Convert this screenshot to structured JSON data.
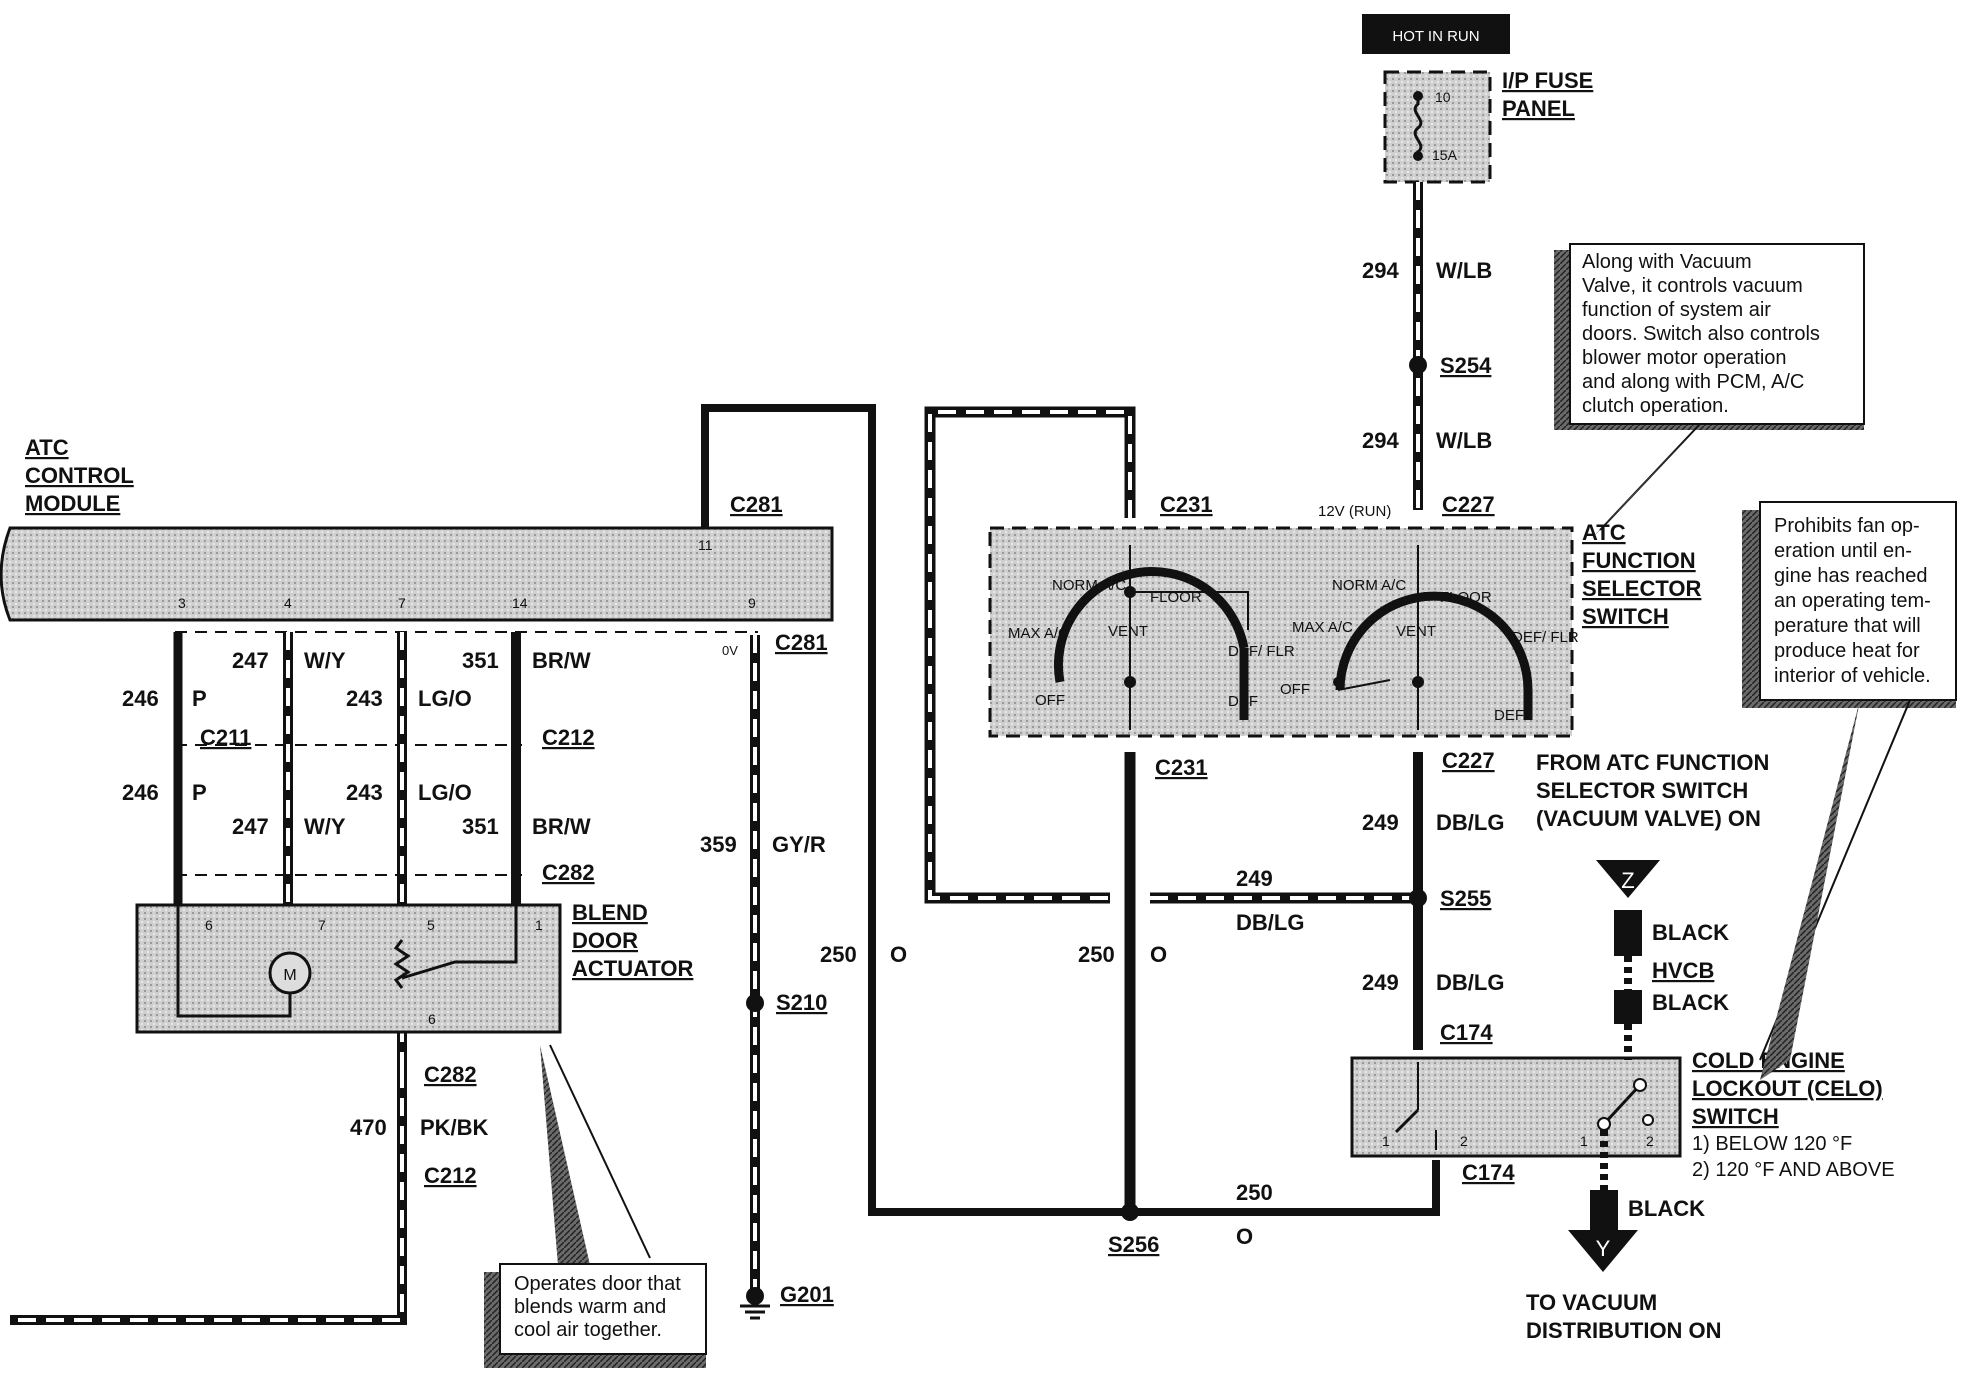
{
  "header": {
    "hot_in_run": "HOT IN RUN"
  },
  "fuse_panel": {
    "label_1": "I/P FUSE",
    "label_2": "PANEL",
    "fuse_number": "10",
    "fuse_rating": "15A"
  },
  "atc_module": {
    "label_1": "ATC",
    "label_2": "CONTROL",
    "label_3": "MODULE",
    "pins": [
      "3",
      "4",
      "7",
      "14",
      "9",
      "11"
    ],
    "voltage": "0V"
  },
  "function_switch": {
    "label_1": "ATC",
    "label_2": "FUNCTION",
    "label_3": "SELECTOR",
    "label_4": "SWITCH",
    "supply": "12V (RUN)",
    "positions": [
      "NORM A/C",
      "MAX A/C",
      "OFF",
      "VENT",
      "FLOOR",
      "DEF/ FLR",
      "DEF"
    ]
  },
  "blend_actuator": {
    "label_1": "BLEND",
    "label_2": "DOOR",
    "label_3": "ACTUATOR",
    "motor": "M",
    "pins": [
      "6",
      "7",
      "5",
      "1",
      "6"
    ]
  },
  "celo_switch": {
    "label_1": "COLD ENGINE",
    "label_2": "LOCKOUT (CELO)",
    "label_3": "SWITCH",
    "state_1": "1) BELOW 120 °F",
    "state_2": "2) 120 °F AND ABOVE",
    "pins": [
      "1",
      "2",
      "1",
      "2"
    ]
  },
  "vacuum": {
    "z": "Z",
    "y": "Y",
    "black_1": "BLACK",
    "hvcb": "HVCB",
    "black_2": "BLACK",
    "black_3": "BLACK",
    "to_vac_1": "TO VACUUM",
    "to_vac_2": "DISTRIBUTION ON",
    "from_1": "FROM ATC FUNCTION",
    "from_2": "SELECTOR SWITCH",
    "from_3": "(VACUUM VALVE) ON"
  },
  "notes": {
    "selector": [
      "Along with Vacuum",
      "Valve, it controls vacuum",
      "function of system air",
      "doors.  Switch also controls",
      "blower motor operation",
      "and along with PCM, A/C",
      "clutch operation."
    ],
    "celo": [
      "Prohibits fan op-",
      "eration until en-",
      "gine has reached",
      "an operating tem-",
      "perature that will",
      "produce heat for",
      "interior of vehicle."
    ],
    "blend": [
      "Operates door that",
      "blends warm and",
      "cool air together."
    ]
  },
  "connectors": {
    "c281_top": "C281",
    "c281_right": "C281",
    "c231_top": "C231",
    "c231_bot": "C231",
    "c227_top": "C227",
    "c227_bot": "C227",
    "c211": "C211",
    "c212_top": "C212",
    "c282_top": "C282",
    "c282_bot": "C282",
    "c212_bot": "C212",
    "c174_top": "C174",
    "c174_bot": "C174",
    "s254": "S254",
    "s255": "S255",
    "s256": "S256",
    "s210": "S210",
    "g201": "G201"
  },
  "wires": {
    "w294a_num": "294",
    "w294a_col": "W/LB",
    "w294b_num": "294",
    "w294b_col": "W/LB",
    "w246a_num": "246",
    "w246a_col": "P",
    "w246b_num": "246",
    "w246b_col": "P",
    "w247a_num": "247",
    "w247a_col": "W/Y",
    "w247b_num": "247",
    "w247b_col": "W/Y",
    "w243a_num": "243",
    "w243a_col": "LG/O",
    "w243b_num": "243",
    "w243b_col": "LG/O",
    "w351a_num": "351",
    "w351a_col": "BR/W",
    "w351b_num": "351",
    "w351b_col": "BR/W",
    "w359_num": "359",
    "w359_col": "GY/R",
    "w250a_num": "250",
    "w250a_col": "O",
    "w250b_num": "250",
    "w250b_col": "O",
    "w250c_num": "250",
    "w250c_col": "O",
    "w249a_num": "249",
    "w249a_col": "DB/LG",
    "w249b_num": "249",
    "w249b_col": "DB/LG",
    "w249c_num": "249",
    "w249c_col": "DB/LG",
    "w470_num": "470",
    "w470_col": "PK/BK"
  }
}
